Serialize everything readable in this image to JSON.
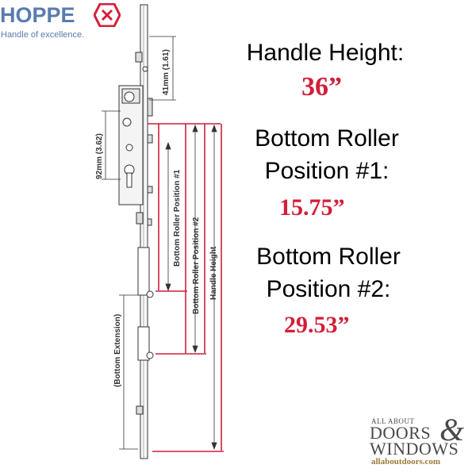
{
  "brand": {
    "name": "HOPPE",
    "tagline": "Handle of excellence.",
    "color": "#5a7bb0"
  },
  "diagram_labels": {
    "dim_top": "41mm (1.61)",
    "dim_body": "92mm (3.62)",
    "roller1": "Bottom Roller Position #1",
    "roller2": "Bottom Roller Position #2",
    "handle": "Handle Height",
    "extension": "(Bottom Extension)"
  },
  "specs": {
    "handle_height": {
      "label": "Handle Height:",
      "value": "36”"
    },
    "roller1": {
      "label_line1": "Bottom Roller",
      "label_line2": "Position #1:",
      "value": "15.75”"
    },
    "roller2": {
      "label_line1": "Bottom Roller",
      "label_line2": "Position #2:",
      "value": "29.53”"
    }
  },
  "accent_color": "#d11f3a",
  "watermark": {
    "small": "ALL ABOUT",
    "line1": "DOORS",
    "amp": "&",
    "line2": "WINDOWS",
    "url": "allaboutdoors.com"
  }
}
